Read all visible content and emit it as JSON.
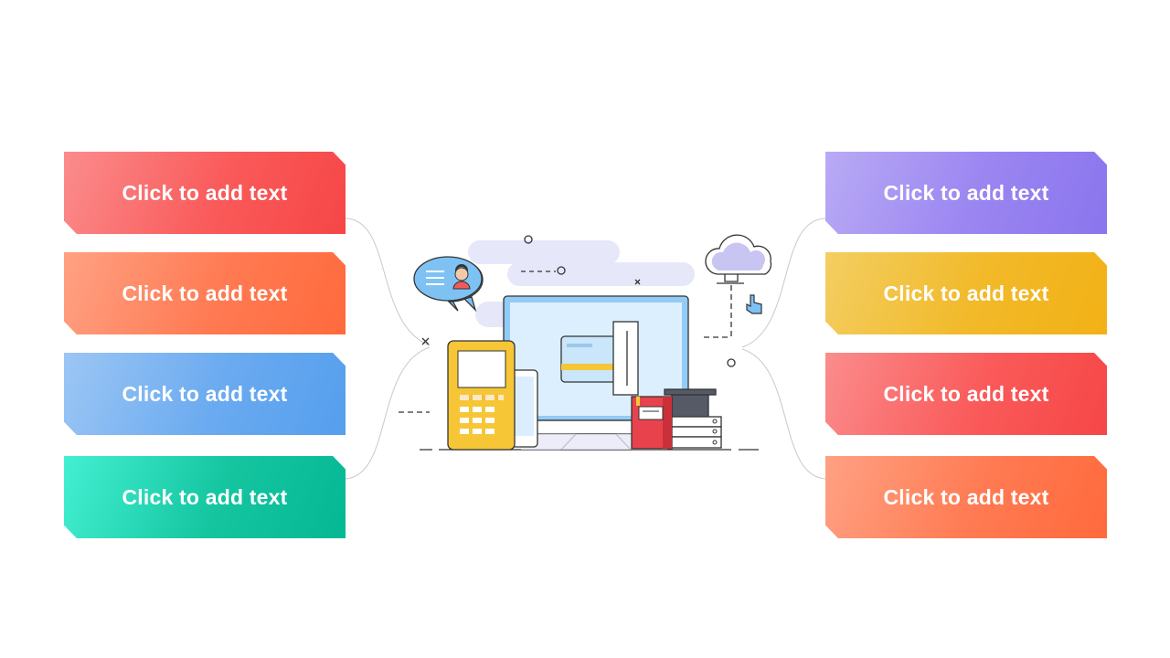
{
  "left_cards": [
    {
      "text": "Click to add text",
      "color": "red"
    },
    {
      "text": "Click to add text",
      "color": "orange"
    },
    {
      "text": "Click to add text",
      "color": "blue"
    },
    {
      "text": "Click to add text",
      "color": "green"
    }
  ],
  "right_cards": [
    {
      "text": "Click to add text",
      "color": "purple"
    },
    {
      "text": "Click to add text",
      "color": "yellow"
    },
    {
      "text": "Click to add text",
      "color": "red"
    },
    {
      "text": "Click to add text",
      "color": "orange"
    }
  ],
  "colors": {
    "red": "#f64646",
    "orange": "#ff6a3d",
    "blue": "#559fed",
    "green": "#05b894",
    "purple": "#8b75ee",
    "yellow": "#f2b116"
  },
  "illustration": {
    "icons": [
      "cloud-icon",
      "pointer-hand-icon",
      "chat-bubble-icon",
      "avatar-icon",
      "monitor-icon",
      "credit-card-icon",
      "pos-terminal-icon",
      "book-icon",
      "server-stack-icon"
    ]
  }
}
